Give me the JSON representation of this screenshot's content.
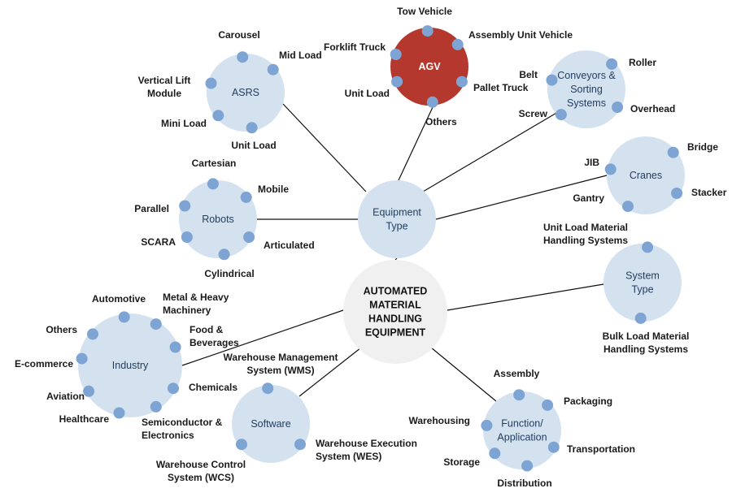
{
  "colors": {
    "hub_fill": "#d4e1ef",
    "main_fill": "#f0f0f0",
    "agv_fill": "#b5382f",
    "dot_fill": "#7ea4d3",
    "line": "#111111"
  },
  "main": {
    "label_lines": [
      "AUTOMATED",
      "MATERIAL",
      "HANDLING",
      "EQUIPMENT"
    ]
  },
  "hubs": {
    "equipment_type": {
      "label_lines": [
        "Equipment",
        "Type"
      ]
    },
    "system_type": {
      "label_lines": [
        "System",
        "Type"
      ],
      "items": [
        "Unit Load Material Handling Systems",
        "Bulk Load Material Handling Systems"
      ]
    },
    "industry": {
      "label_lines": [
        "Industry"
      ],
      "items": [
        "Automotive",
        "Metal & Heavy Machinery",
        "Food & Beverages",
        "Chemicals",
        "Semiconductor & Electronics",
        "Healthcare",
        "Aviation",
        "E-commerce",
        "Others"
      ]
    },
    "software": {
      "label_lines": [
        "Software"
      ],
      "items": [
        "Warehouse Management System (WMS)",
        "Warehouse Execution System (WES)",
        "Warehouse Control System (WCS)"
      ]
    },
    "function": {
      "label_lines": [
        "Function/",
        "Application"
      ],
      "items": [
        "Assembly",
        "Packaging",
        "Transportation",
        "Distribution",
        "Storage",
        "Warehousing"
      ]
    },
    "asrs": {
      "label_lines": [
        "ASRS"
      ],
      "items": [
        "Carousel",
        "Mid Load",
        "Unit Load",
        "Mini Load",
        "Vertical Lift Module"
      ]
    },
    "agv": {
      "label_lines": [
        "AGV"
      ],
      "items": [
        "Tow Vehicle",
        "Assembly Unit Vehicle",
        "Pallet Truck",
        "Others",
        "Unit Load",
        "Forklift Truck"
      ]
    },
    "conveyors": {
      "label_lines": [
        "Conveyors &",
        "Sorting",
        "Systems"
      ],
      "items": [
        "Roller",
        "Overhead",
        "Screw",
        "Belt"
      ]
    },
    "cranes": {
      "label_lines": [
        "Cranes"
      ],
      "items": [
        "Bridge",
        "Stacker",
        "Gantry",
        "JIB"
      ]
    },
    "robots": {
      "label_lines": [
        "Robots"
      ],
      "items": [
        "Cartesian",
        "Mobile",
        "Articulated",
        "Cylindrical",
        "SCARA",
        "Parallel"
      ]
    }
  }
}
